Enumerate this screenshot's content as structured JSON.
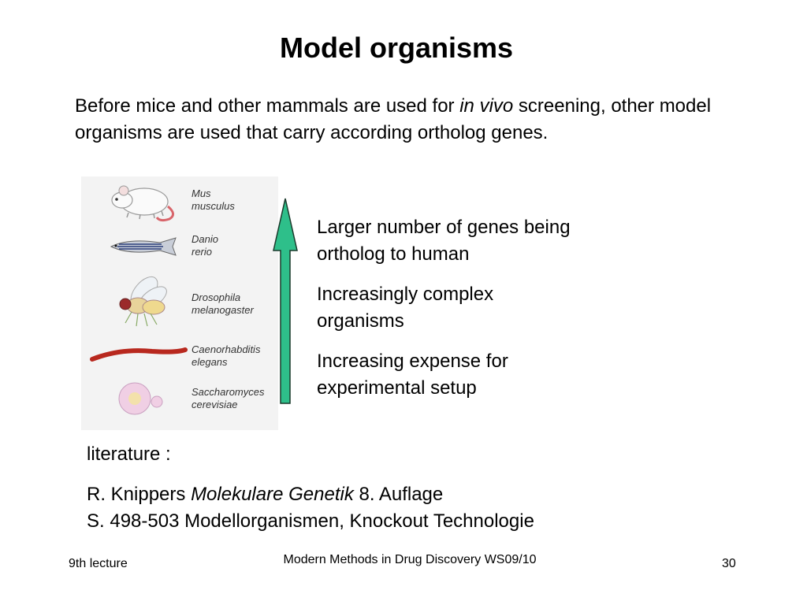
{
  "title": "Model organisms",
  "intro": {
    "before": "Before mice and other mammals are used for ",
    "italic": "in vivo",
    "after": " screening, other model organisms are used that carry according ortholog genes."
  },
  "figure": {
    "organisms": [
      {
        "name": "Mus musculus",
        "line1": "Mus",
        "line2": "musculus",
        "icon": "mouse-icon"
      },
      {
        "name": "Danio rerio",
        "line1": "Danio",
        "line2": "rerio",
        "icon": "zebrafish-icon"
      },
      {
        "name": "Drosophila melanogaster",
        "line1": "Drosophila",
        "line2": "melanogaster",
        "icon": "fruit-fly-icon"
      },
      {
        "name": "Caenorhabditis elegans",
        "line1": "Caenorhabditis",
        "line2": "elegans",
        "icon": "worm-icon"
      },
      {
        "name": "Saccharomyces cerevisiae",
        "line1": "Saccharomyces",
        "line2": "cerevisiae",
        "icon": "yeast-icon"
      }
    ]
  },
  "arrow_color": "#2ebf8a",
  "points": [
    "Larger number of genes being ortholog to human",
    "Increasingly complex organisms",
    "Increasing expense for experimental setup"
  ],
  "literature": {
    "heading": "literature :",
    "author": "R. Knippers ",
    "book_title": "Molekulare Genetik",
    "edition": " 8. Auflage",
    "pages": "S. 498-503 Modellorganismen, Knockout Technologie"
  },
  "footer": {
    "left": "9th lecture",
    "center": "Modern Methods in Drug Discovery WS09/10",
    "right": "30"
  }
}
